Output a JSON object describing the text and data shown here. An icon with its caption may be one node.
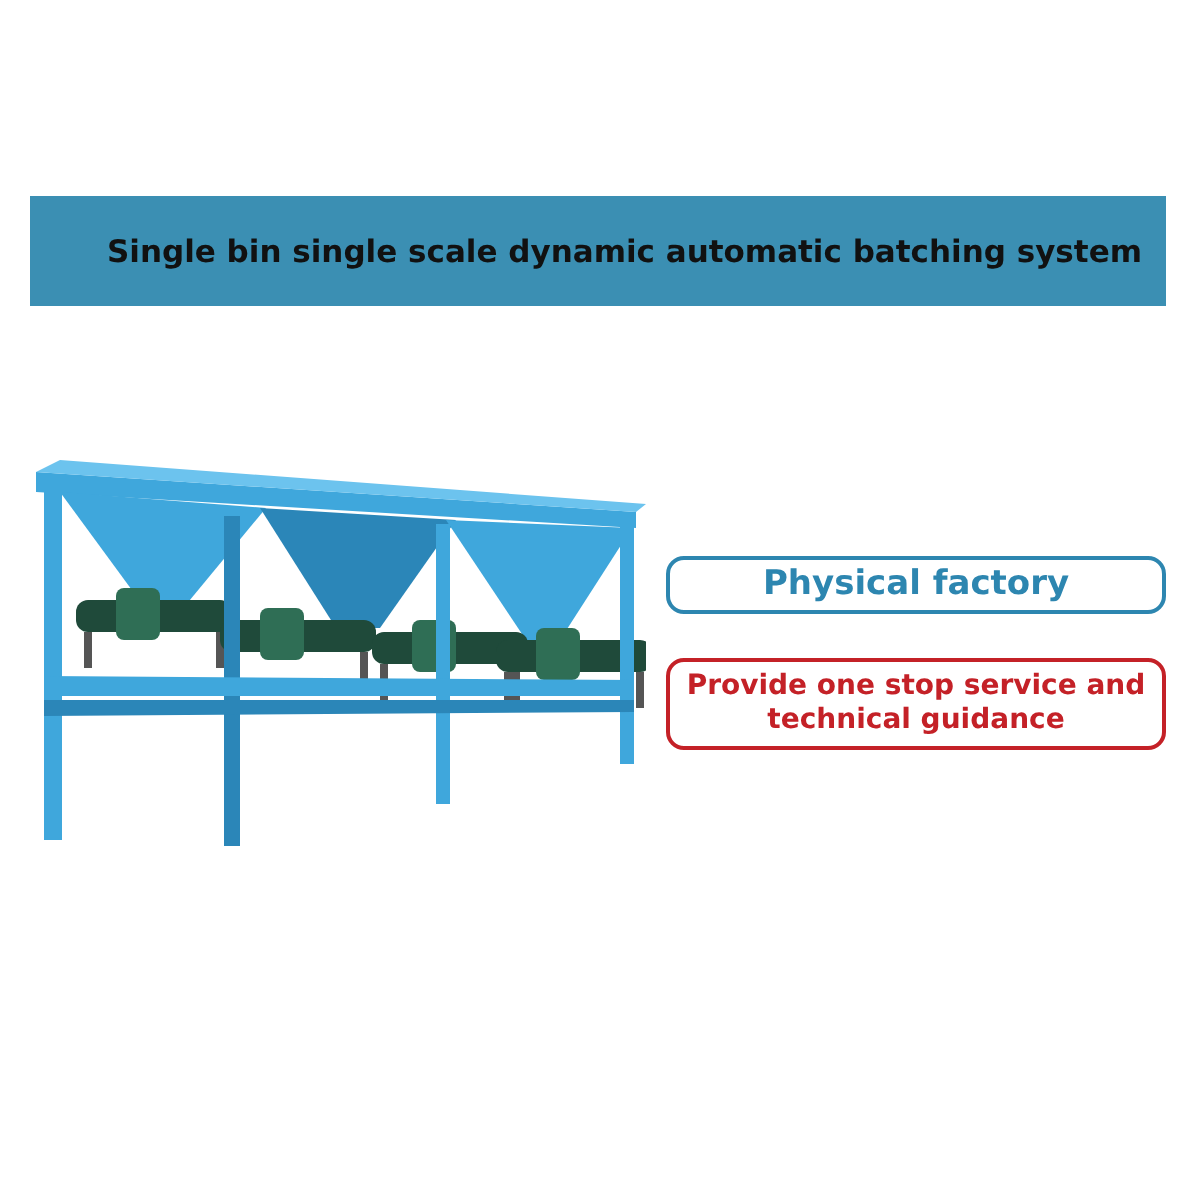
{
  "diagram": {
    "title": "Single bin single scale dynamic automatic batching system",
    "nodes": [
      {
        "text": [
          "Physical factory"
        ]
      },
      {
        "text": [
          "Provide one stop service and technical guidance"
        ]
      }
    ]
  }
}
